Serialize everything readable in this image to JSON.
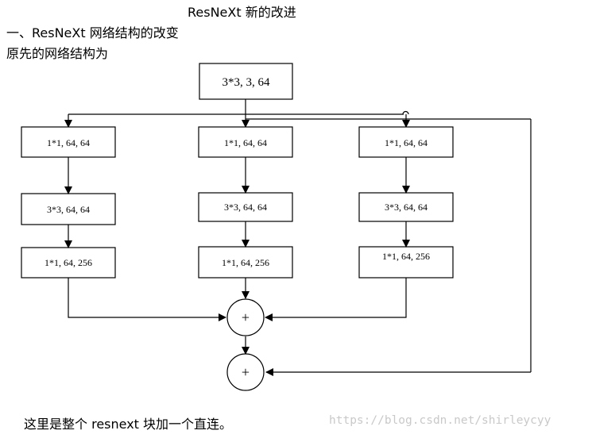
{
  "doc": {
    "title": "ResNeXt 新的改进",
    "section_heading": "一、ResNeXt 网络结构的改变",
    "intro": "原先的网络结构为",
    "caption": "这里是整个 resnext 块加一个直连。",
    "watermark": "https://blog.csdn.net/shirleycyy"
  },
  "diagram": {
    "top_box": "3*3, 3, 64",
    "branches": [
      {
        "layer1": "1*1, 64, 64",
        "layer2": "3*3, 64, 64",
        "layer3": "1*1, 64, 256"
      },
      {
        "layer1": "1*1, 64, 64",
        "layer2": "3*3, 64, 64",
        "layer3": "1*1, 64, 256"
      },
      {
        "layer1": "1*1,  64, 64",
        "layer2": "3*3, 64, 64",
        "layer3": "1*1, 64, 256"
      }
    ],
    "sum_symbol": "+",
    "shortcut_symbol": "+"
  }
}
